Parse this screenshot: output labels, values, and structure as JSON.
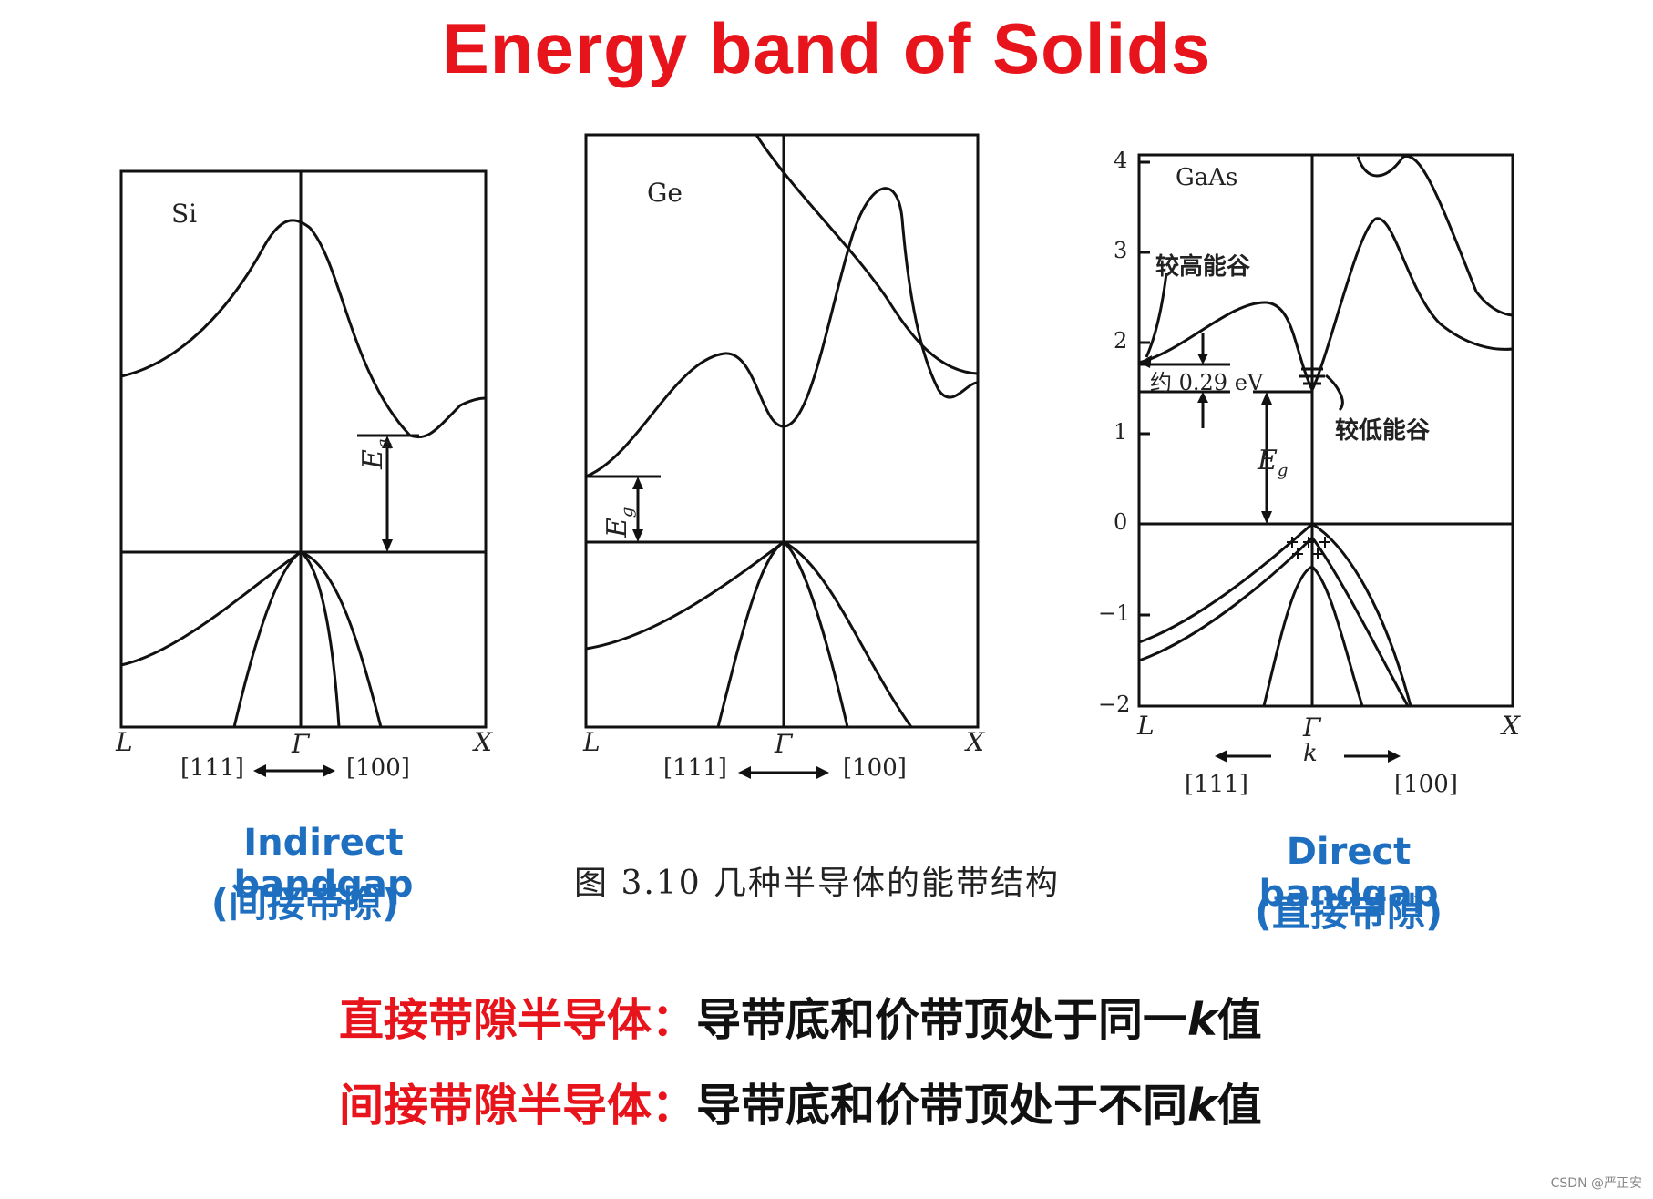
{
  "page": {
    "title": "Energy band of Solids",
    "accent_color": "#e8141b",
    "label_color": "#1f6fc0"
  },
  "panels": [
    {
      "material": "Si",
      "axis_left": "L",
      "axis_center": "Γ",
      "axis_right": "X",
      "dir_left": "[111]",
      "dir_right": "[100]",
      "gap_symbol": "E",
      "gap_subscript": "g"
    },
    {
      "material": "Ge",
      "axis_left": "L",
      "axis_center": "Γ",
      "axis_right": "X",
      "dir_left": "[111]",
      "dir_right": "[100]",
      "gap_symbol": "E",
      "gap_subscript": "g"
    },
    {
      "material": "GaAs",
      "axis_left": "L",
      "axis_center": "Γ",
      "axis_right": "X",
      "dir_left": "[111]",
      "dir_right": "[100]",
      "k_label": "k",
      "gap_symbol": "E",
      "gap_subscript": "g",
      "y_ticks": [
        "4",
        "3",
        "2",
        "1",
        "0",
        "−1",
        "−2"
      ],
      "upper_valley_label": "较高能谷",
      "lower_valley_label": "较低能谷",
      "offset_label": "约 0.29 eV"
    }
  ],
  "labels": {
    "indirect": "Indirect bandgap",
    "indirect_cn": "(间接带隙)",
    "direct": "Direct bandgap",
    "direct_cn": "(直接带隙)"
  },
  "figure_caption": "图 3.10   几种半导体的能带结构",
  "definitions": [
    {
      "term": "直接带隙半导体：",
      "text_before": "导带底和价带顶处于同一",
      "k": "k",
      "text_after": "值"
    },
    {
      "term": "间接带隙半导体：",
      "text_before": "导带底和价带顶处于不同",
      "k": "k",
      "text_after": "值"
    }
  ],
  "watermark": "CSDN @严正安"
}
